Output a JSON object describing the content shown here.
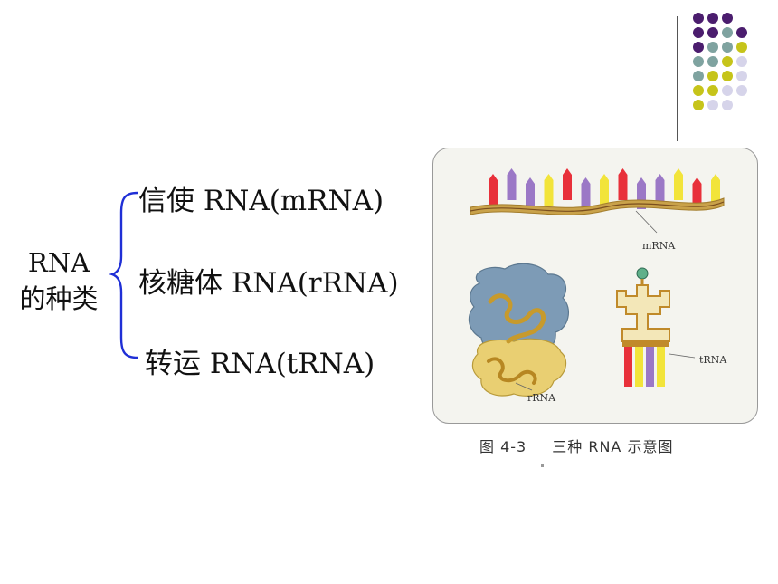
{
  "category": {
    "line1": "RNA",
    "line2": "的种类"
  },
  "types": [
    {
      "label": "信使 RNA(mRNA)"
    },
    {
      "label": "核糖体 RNA(rRNA)"
    },
    {
      "label": "转运 RNA(tRNA)"
    }
  ],
  "figure": {
    "labels": {
      "mrna": "mRNA",
      "rrna": "rRNA",
      "trna": "tRNA"
    },
    "caption_number": "图 4-3",
    "caption_text": "三种 RNA 示意图"
  },
  "colors": {
    "brace": "#1f2fd6",
    "dot_purple": "#4b1d6e",
    "dot_teal": "#7fa3a0",
    "dot_olive": "#c6c41a",
    "dot_lavender": "#d6d4ea",
    "base_red": "#e8303a",
    "base_purple": "#9b78c6",
    "base_yellow": "#f2e43a",
    "backbone": "#c9a24a"
  }
}
